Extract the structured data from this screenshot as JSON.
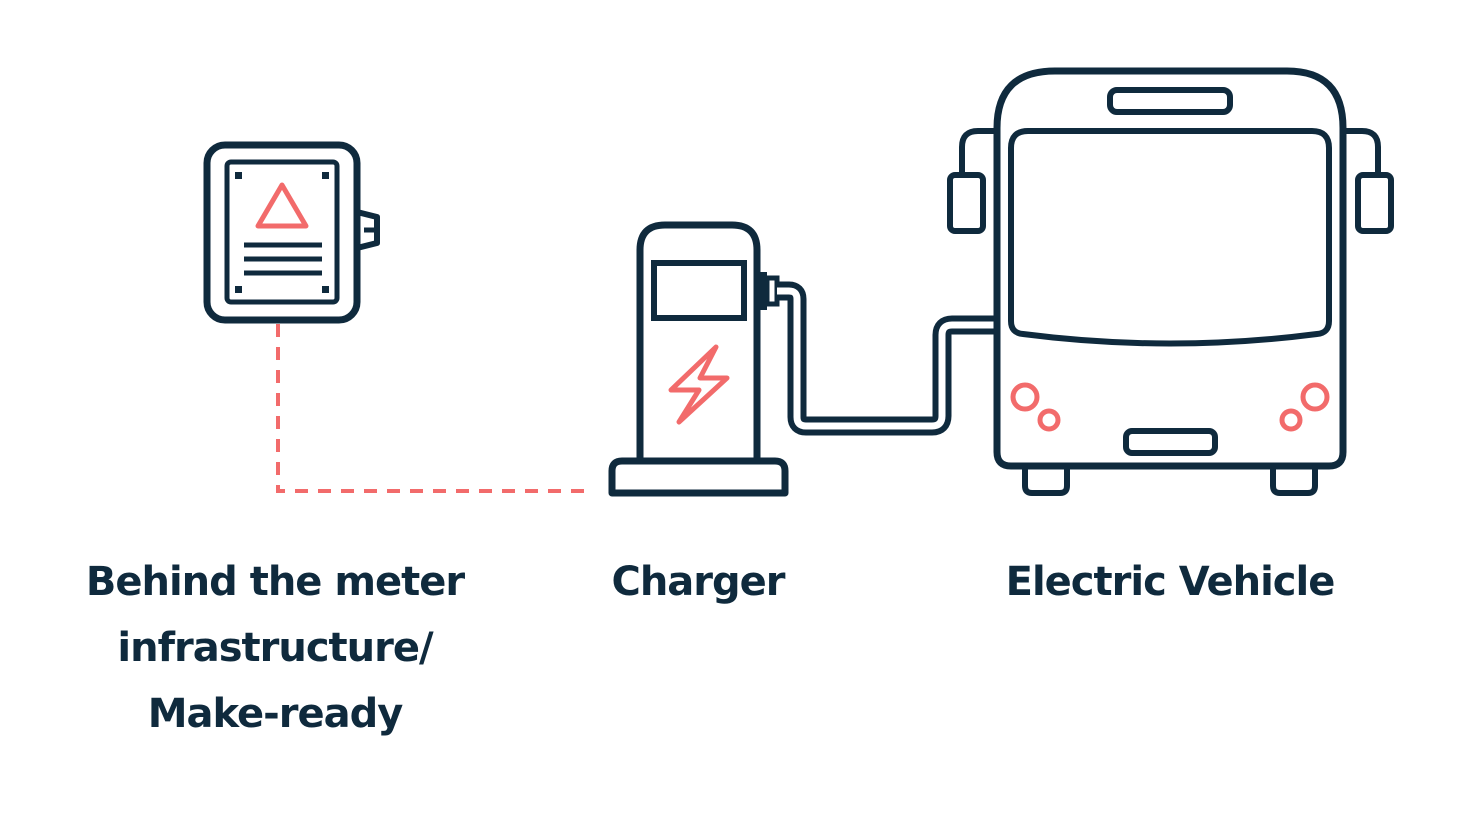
{
  "colors": {
    "ink": "#0f2a3d",
    "accent": "#f26b6b",
    "background": "#ffffff"
  },
  "nodes": [
    {
      "id": "meter",
      "icon": "meter-box-icon",
      "label": "Behind the meter\ninfrastructure/\nMake-ready"
    },
    {
      "id": "charger",
      "icon": "charging-station-icon",
      "label": "Charger"
    },
    {
      "id": "ev",
      "icon": "electric-bus-icon",
      "label": "Electric Vehicle"
    }
  ],
  "connectors": [
    {
      "from": "meter",
      "to": "charger",
      "style": "dashed"
    },
    {
      "from": "charger",
      "to": "ev",
      "style": "cable"
    }
  ]
}
